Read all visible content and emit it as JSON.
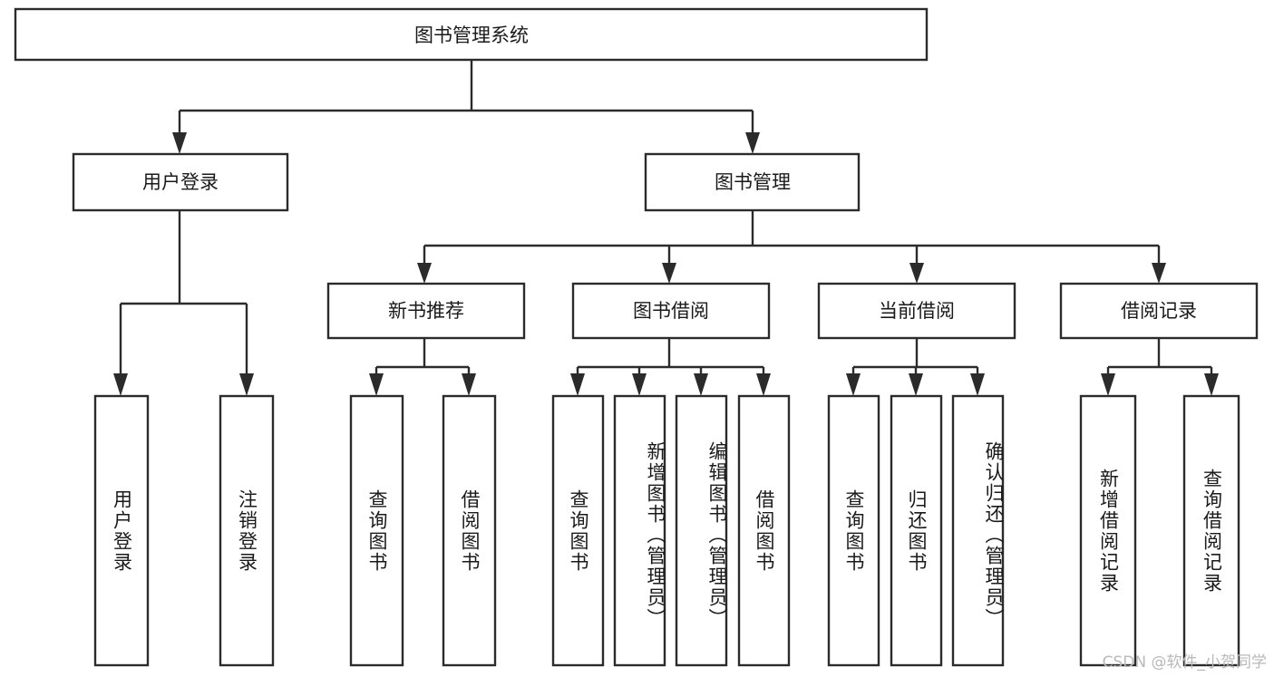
{
  "diagram": {
    "title": "图书管理系统",
    "type": "tree-hierarchy",
    "orientation": "top-down",
    "nodes": {
      "root": {
        "label": "图书管理系统",
        "level": 1
      },
      "login": {
        "label": "用户登录",
        "level": 2
      },
      "bookmgmt": {
        "label": "图书管理",
        "level": 2
      },
      "newbook": {
        "label": "新书推荐",
        "level": 3
      },
      "borrow": {
        "label": "图书借阅",
        "level": 3
      },
      "current": {
        "label": "当前借阅",
        "level": 3
      },
      "records": {
        "label": "借阅记录",
        "level": 3
      },
      "leaf_user_login": {
        "label": "用户登录",
        "level": 3
      },
      "leaf_user_logout": {
        "label": "注销登录",
        "level": 3
      },
      "leaf_nb_query": {
        "label": "查询图书",
        "level": 4
      },
      "leaf_nb_borrow": {
        "label": "借阅图书",
        "level": 4
      },
      "leaf_br_query": {
        "label": "查询图书",
        "level": 4
      },
      "leaf_br_add": {
        "label": "新增图书（管理员）",
        "level": 4
      },
      "leaf_br_edit": {
        "label": "编辑图书（管理员）",
        "level": 4
      },
      "leaf_br_borrow": {
        "label": "借阅图书",
        "level": 4
      },
      "leaf_cu_query": {
        "label": "查询图书",
        "level": 4
      },
      "leaf_cu_return": {
        "label": "归还图书",
        "level": 4
      },
      "leaf_cu_confirm": {
        "label": "确认归还（管理员）",
        "level": 4
      },
      "leaf_rc_add": {
        "label": "新增借阅记录",
        "level": 4
      },
      "leaf_rc_query": {
        "label": "查询借阅记录",
        "level": 4
      }
    },
    "edges": [
      {
        "from": "root",
        "to": "login"
      },
      {
        "from": "root",
        "to": "bookmgmt"
      },
      {
        "from": "login",
        "to": "leaf_user_login"
      },
      {
        "from": "login",
        "to": "leaf_user_logout"
      },
      {
        "from": "bookmgmt",
        "to": "newbook"
      },
      {
        "from": "bookmgmt",
        "to": "borrow"
      },
      {
        "from": "bookmgmt",
        "to": "current"
      },
      {
        "from": "bookmgmt",
        "to": "records"
      },
      {
        "from": "newbook",
        "to": "leaf_nb_query"
      },
      {
        "from": "newbook",
        "to": "leaf_nb_borrow"
      },
      {
        "from": "borrow",
        "to": "leaf_br_query"
      },
      {
        "from": "borrow",
        "to": "leaf_br_add"
      },
      {
        "from": "borrow",
        "to": "leaf_br_edit"
      },
      {
        "from": "borrow",
        "to": "leaf_br_borrow"
      },
      {
        "from": "current",
        "to": "leaf_cu_query"
      },
      {
        "from": "current",
        "to": "leaf_cu_return"
      },
      {
        "from": "current",
        "to": "leaf_cu_confirm"
      },
      {
        "from": "records",
        "to": "leaf_rc_add"
      },
      {
        "from": "records",
        "to": "leaf_rc_query"
      }
    ],
    "colors": {
      "box_stroke": "#2b2b2b",
      "box_fill": "#ffffff",
      "connector": "#2b2b2b",
      "text": "#1a1a1a",
      "watermark": "#b9b9b9",
      "background": "#ffffff"
    }
  },
  "watermark": {
    "text": "CSDN @软件_小贺同学"
  }
}
